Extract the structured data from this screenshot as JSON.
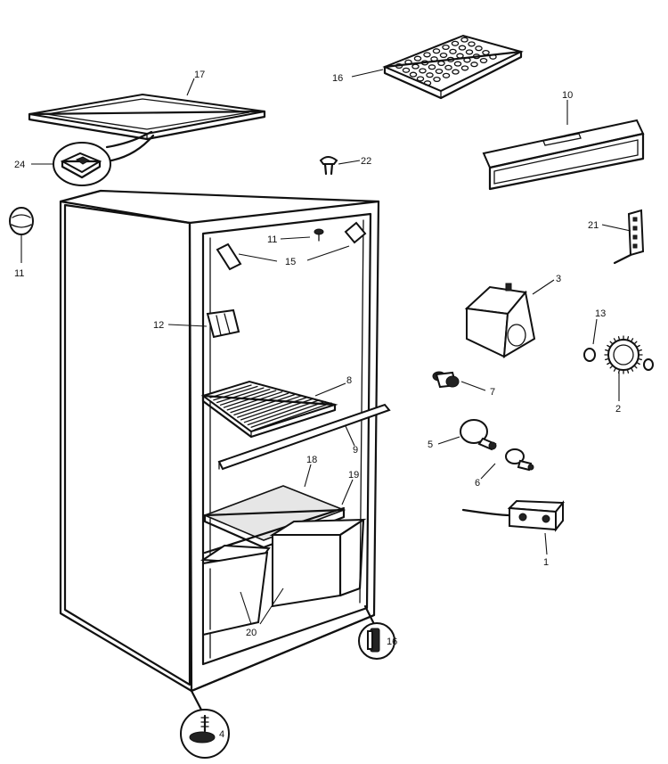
{
  "diagram": {
    "labels": [
      {
        "id": "l17",
        "text": "17"
      },
      {
        "id": "l16a",
        "text": "16"
      },
      {
        "id": "l10",
        "text": "10"
      },
      {
        "id": "l24",
        "text": "24"
      },
      {
        "id": "l22",
        "text": "22"
      },
      {
        "id": "l11a",
        "text": "11"
      },
      {
        "id": "l11b",
        "text": "11"
      },
      {
        "id": "l15",
        "text": "15"
      },
      {
        "id": "l21",
        "text": "21"
      },
      {
        "id": "l3",
        "text": "3"
      },
      {
        "id": "l12",
        "text": "12"
      },
      {
        "id": "l13",
        "text": "13"
      },
      {
        "id": "l8",
        "text": "8"
      },
      {
        "id": "l7",
        "text": "7"
      },
      {
        "id": "l2",
        "text": "2"
      },
      {
        "id": "l9",
        "text": "9"
      },
      {
        "id": "l5",
        "text": "5"
      },
      {
        "id": "l6",
        "text": "6"
      },
      {
        "id": "l18",
        "text": "18"
      },
      {
        "id": "l19",
        "text": "19"
      },
      {
        "id": "l1",
        "text": "1"
      },
      {
        "id": "l20",
        "text": "20"
      },
      {
        "id": "l16b",
        "text": "16"
      },
      {
        "id": "l4",
        "text": "4"
      }
    ]
  }
}
